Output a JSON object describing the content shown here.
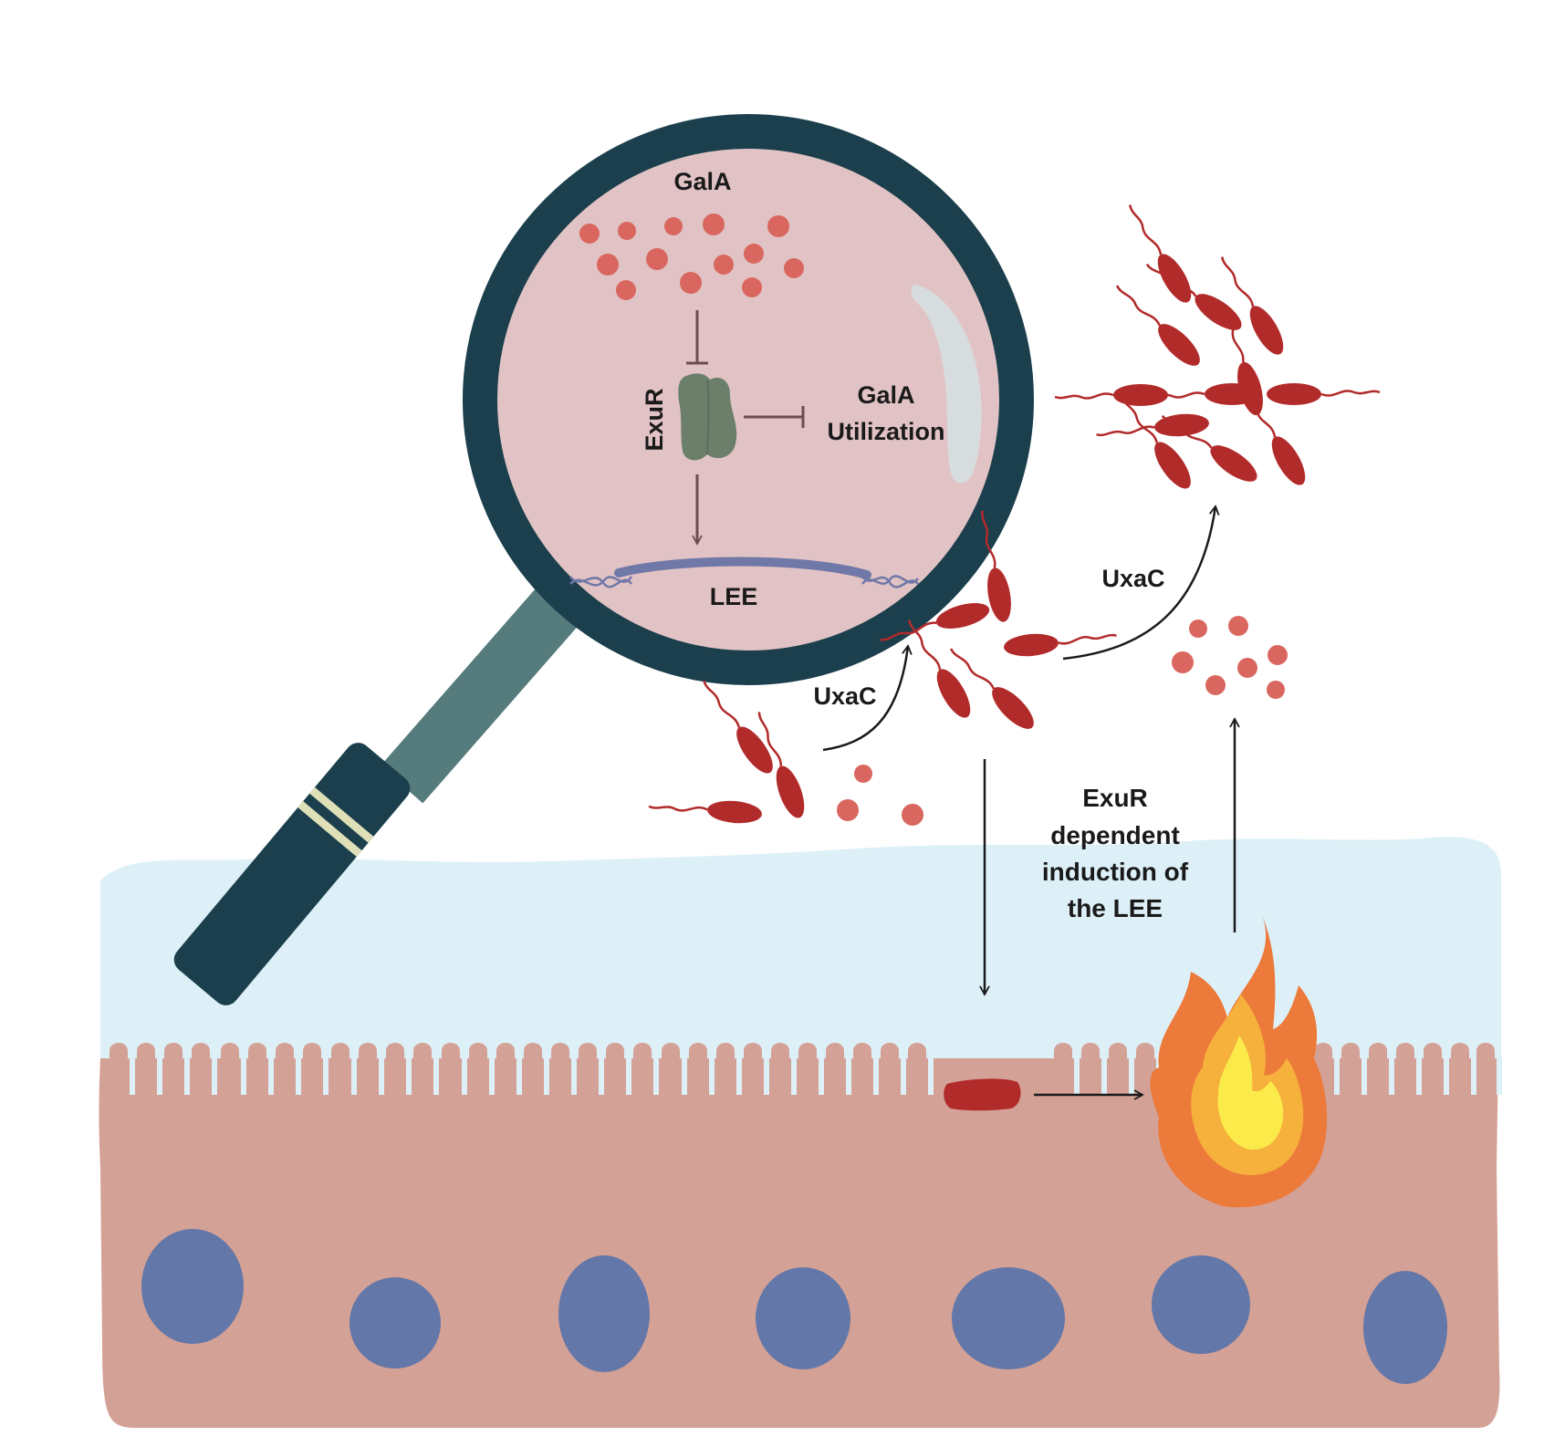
{
  "labels": {
    "gala_top": "GalA",
    "exur_vertical": "ExuR",
    "gala_utilization_line1": "GalA",
    "gala_utilization_line2": "Utilization",
    "lee": "LEE",
    "uxac_left": "UxaC",
    "uxac_right": "UxaC",
    "induction_line1": "ExuR",
    "induction_line2": "dependent",
    "induction_line3": "induction of",
    "induction_line4": "the LEE"
  },
  "colors": {
    "lens_inner": "#e2c3c5",
    "lens_ring": "#1b3f4c",
    "handle_shaft": "#567b7d",
    "handle_grip": "#1b3f4c",
    "handle_stripe": "#dfe0b8",
    "mucus": "#ddf0f8",
    "epithelium": "#d4a196",
    "nucleus": "#6377a8",
    "bacterium": "#b22b2b",
    "gala_molecule": "#d9675f",
    "exur_protein": "#6b7f6a",
    "dna": "#7078a8",
    "inhibit_arrow": "#6e4b4f",
    "flame_outer": "#ec7a3a",
    "flame_mid": "#f6b03c",
    "flame_inner": "#faea4a"
  }
}
